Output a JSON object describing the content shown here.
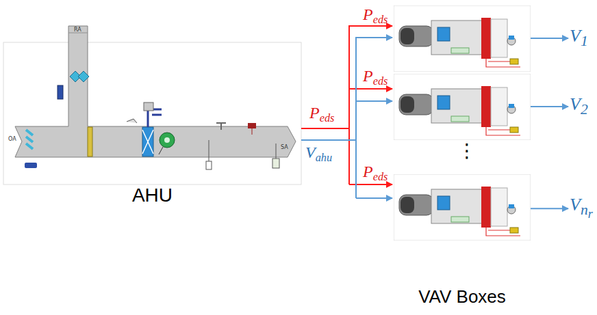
{
  "diagram": {
    "nodes": [
      {
        "text": [
          "AHU"
        ]
      },
      {
        "text": [
          "VAV Boxes"
        ]
      },
      {
        "text": [
          "V_1"
        ]
      },
      {
        "text": [
          "V_2"
        ]
      },
      {
        "text": [
          "V_n_r"
        ]
      }
    ],
    "edges": [
      {
        "from": 0,
        "to": 1,
        "arrow": "to"
      },
      {
        "from": 0,
        "to": 1,
        "arrow": "to"
      },
      {
        "from": 1,
        "to": 2,
        "arrow": "to"
      },
      {
        "from": 1,
        "to": 3,
        "arrow": "to"
      },
      {
        "from": 1,
        "to": 4,
        "arrow": "to"
      }
    ],
    "labels": [
      "RA",
      "OA",
      "SA",
      "P_eds",
      "V_ahu",
      "P_eds",
      "P_eds",
      "P_eds",
      "⋮"
    ]
  }
}
